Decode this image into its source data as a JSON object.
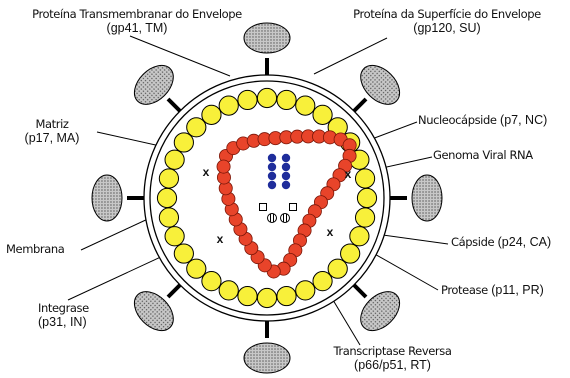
{
  "labels": {
    "tm_name": "Proteína Transmembranar do Envelope",
    "tm_code": "(gp41, TM)",
    "su_name": "Proteína da Superfície do Envelope",
    "su_code": "(gp120, SU)",
    "matrix_name": "Matriz",
    "matrix_code": "(p17, MA)",
    "nucleocapsid": "Nucleocápside",
    "nucleocapsid_code": "(p7, NC)",
    "genome": "Genoma Viral RNA",
    "capsid": "Cápside",
    "capsid_code": "(p24, CA)",
    "membrane": "Membrana",
    "protease": "Protease",
    "protease_code": "(p11, PR)",
    "integrase_name": "Integrase",
    "integrase_code": "(p31, IN)",
    "rt_name": "Transcriptase Reversa",
    "rt_code": "(p66/p51, RT)"
  },
  "x_marker": "x",
  "colors": {
    "matrix_fill": "#f8f03a",
    "capsid_fill": "#e8442a",
    "rna_fill": "#1f2d9b",
    "knob_fill": "#c8c8c8",
    "line": "#000000"
  }
}
